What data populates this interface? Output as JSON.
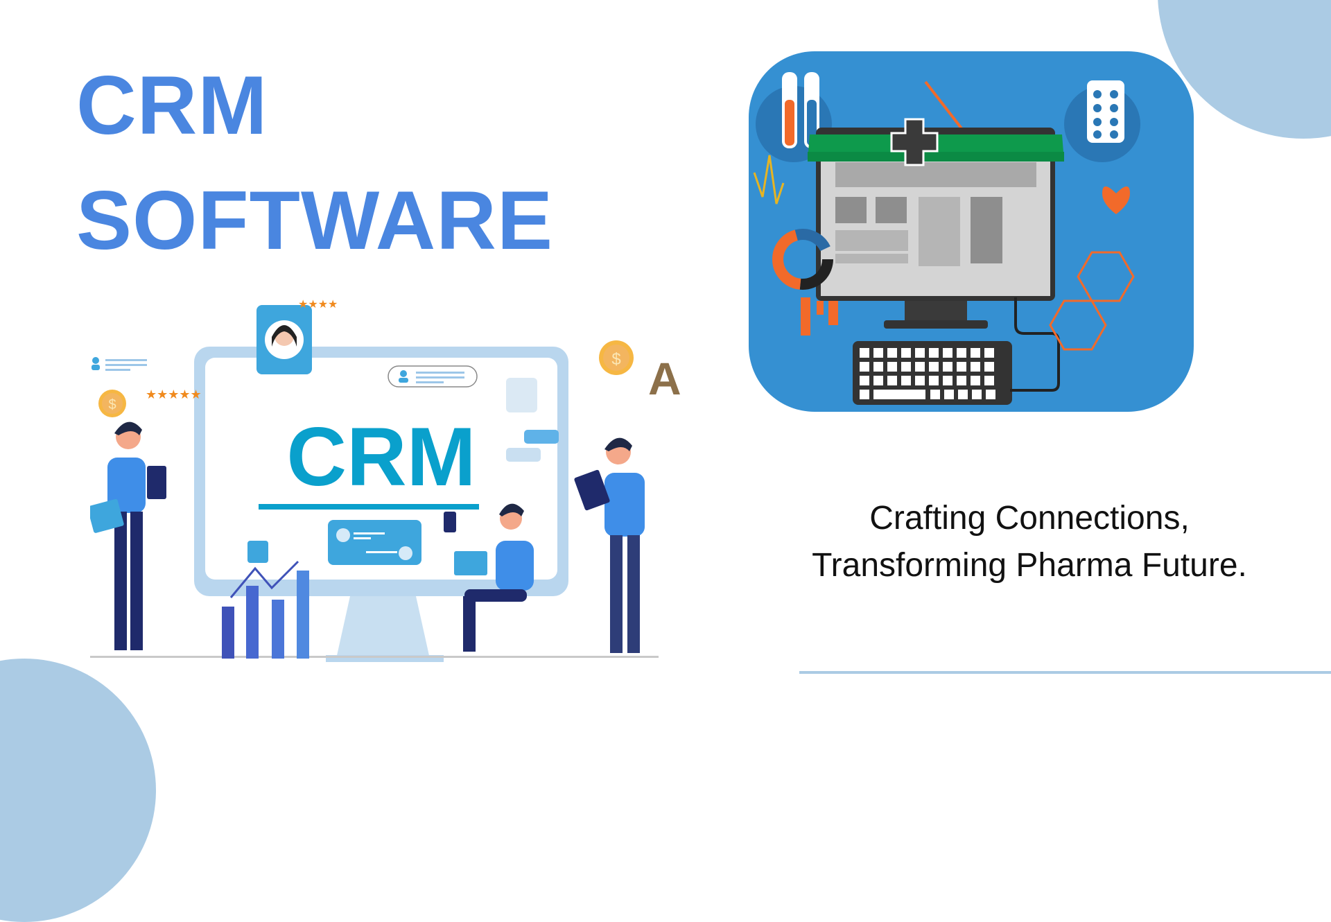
{
  "title": {
    "line1": "CRM",
    "line2": "SOFTWARE",
    "color": "#4a86e0"
  },
  "tagline": {
    "line1": "Crafting Connections,",
    "line2": "Transforming Pharma Future."
  },
  "illustration_crm": {
    "screen_label": "CRM",
    "screen_label_color": "#0aa0cc",
    "coin_symbol": "$",
    "stray_letter": "A"
  },
  "illustration_pharma": {
    "background_color": "#3590d2",
    "awning_color": "#11994a",
    "accent_color": "#f26a2a",
    "cross_symbol": "+"
  },
  "decor": {
    "circle_color": "#abcbe4"
  }
}
